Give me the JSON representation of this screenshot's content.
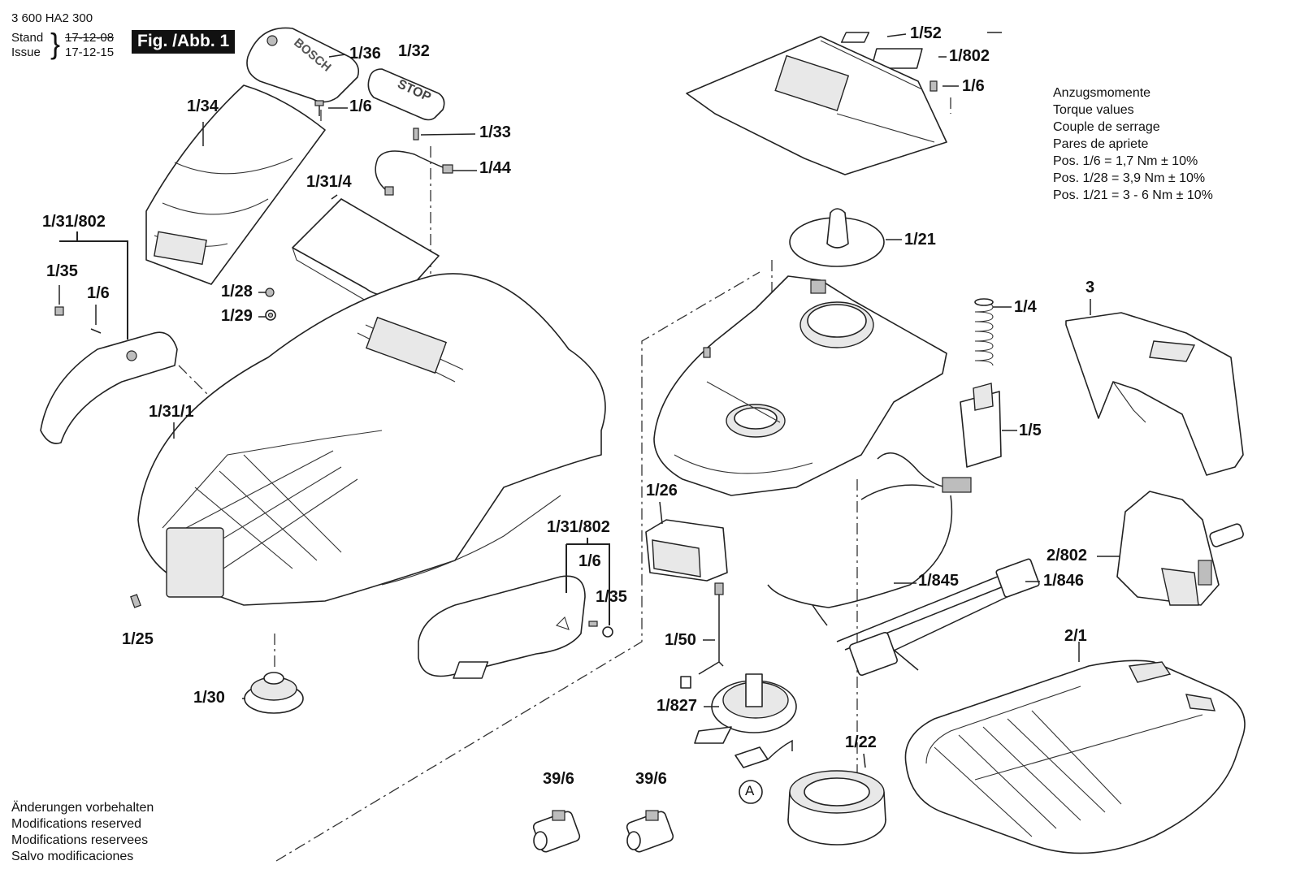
{
  "header": {
    "part_number": "3 600 HA2 300",
    "stand_label": "Stand",
    "issue_label": "Issue",
    "old_date": "17-12-08",
    "new_date": "17-12-15",
    "figure_label": "Fig. /Abb. 1"
  },
  "logos": {
    "cover_brand": "BOSCH",
    "stop_button": "STOP"
  },
  "torque": {
    "lines": [
      "Anzugsmomente",
      "Torque values",
      "Couple de serrage",
      "Pares de apriete",
      "Pos. 1/6   = 1,7 Nm  ± 10%",
      "Pos. 1/28 = 3,9 Nm  ± 10%",
      "Pos. 1/21 = 3 - 6 Nm  ± 10%"
    ]
  },
  "footer": {
    "lines": [
      "Änderungen vorbehalten",
      "Modifications reserved",
      "Modifications reservees",
      "Salvo modificaciones"
    ]
  },
  "callouts": [
    "1/36",
    "1/32",
    "1/6",
    "1/33",
    "1/44",
    "1/34",
    "1/31/4",
    "1/31/802",
    "1/35",
    "1/6",
    "1/28",
    "1/29",
    "1/31/1",
    "1/31/802",
    "1/6",
    "1/35",
    "1/25",
    "1/30",
    "39/6",
    "39/6",
    "1/52",
    "1/802",
    "1/6",
    "1/21",
    "1/4",
    "1/5",
    "3",
    "1/26",
    "1/845",
    "1/846",
    "2/802",
    "1/50",
    "1/827",
    "1/22",
    "2/1",
    "A"
  ]
}
